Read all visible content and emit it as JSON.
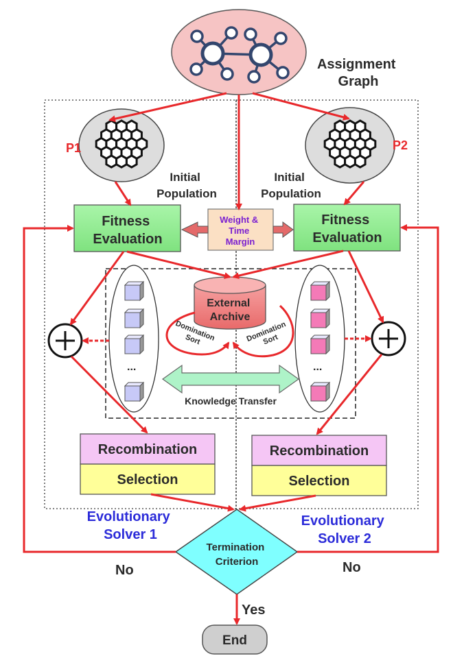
{
  "graph_label": [
    "Assignment",
    "Graph"
  ],
  "p1": "P1",
  "p2": "P2",
  "init_pop_left": [
    "Initial",
    "Population"
  ],
  "init_pop_right": [
    "Initial",
    "Population"
  ],
  "fitness_left": [
    "Fitness",
    "Evaluation"
  ],
  "fitness_right": [
    "Fitness",
    "Evaluation"
  ],
  "weight_margin": [
    "Weight &",
    "Time",
    "Margin"
  ],
  "archive": [
    "External",
    "Archive"
  ],
  "domination_left": [
    "Domination",
    "Sort"
  ],
  "domination_right": [
    "Domination",
    "Sort"
  ],
  "ellipsis": "...",
  "knowledge_transfer": "Knowledge Transfer",
  "recombination": "Recombination",
  "selection": "Selection",
  "solver1": [
    "Evolutionary",
    "Solver 1"
  ],
  "solver2": [
    "Evolutionary",
    "Solver 2"
  ],
  "termination": [
    "Termination",
    "Criterion"
  ],
  "no": "No",
  "yes": "Yes",
  "end": "End",
  "colors": {
    "arrow": "#e8282b",
    "fitness_fill": "#90ee90",
    "weight_fill": "#fbe0c4",
    "archive_fill": "#f08080",
    "recomb_fill": "#f5c6f5",
    "select_fill": "#ffff99",
    "diamond_fill": "#7fffff",
    "graph_fill": "#f6c4c4",
    "pop_fill": "#dddddd",
    "cube_blue": "#c7c9f7",
    "cube_pink": "#f47ab7",
    "solver_text": "#2b2bd9"
  }
}
